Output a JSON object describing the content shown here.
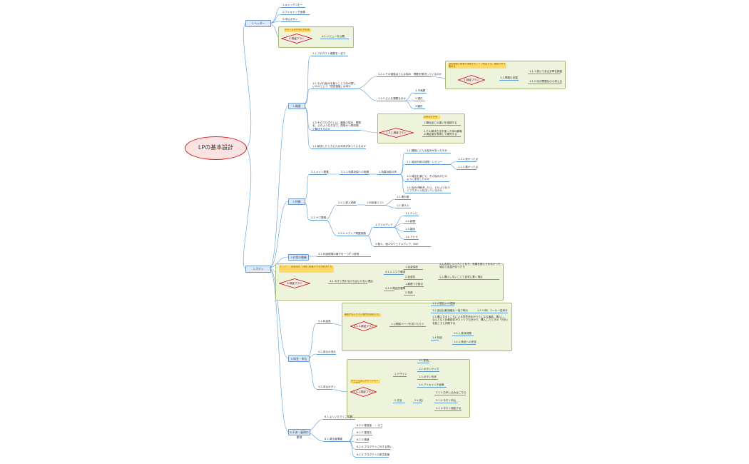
{
  "root": "LPの基本設計",
  "header": {
    "label": "1.ヘッダー",
    "items": [
      "1.キャッチコピー",
      "2.アイキャッチ画像",
      "3.申込ボタン"
    ],
    "group": {
      "note": "ボタン文言の検討が必要",
      "diamond": "4.検証プラン",
      "item": "4.1.レビューを公開"
    }
  },
  "body": {
    "label": "2.ボディ",
    "summary": {
      "label": "1.概要",
      "items": {
        "i11": "1.1.プロダクト概要を一言で",
        "i12": "1.2.その仕組みを使うことで何が嬉しいのかという「提供価値」は何か",
        "i121": "1.2.1.その価値はどんな悩み・問題を解決しているのか",
        "i122": "1.2.2.どんな課題なのか",
        "i122_children": [
          "1.不満層",
          "2.潜在",
          "3.顕在"
        ],
        "i13": "1.3.そのプロダクトは、顧客の悩み・問題を、どのような方法で、簡単かつ短時間で解決するのか",
        "i14": "1.4.解決したときどんな未来が待っているのか"
      },
      "group1": {
        "note": "提供価値と顧客の課題をセットで検証する。顧客の声を集める",
        "diamond": "1.検証プラン",
        "branch": "1.1.問題の深掘",
        "children": [
          "1.1.1.書いてある文章を精査",
          "1.1.2.何が問題なのか考える"
        ]
      },
      "group2": {
        "note": "比較表を作成",
        "diamond": "1.3.1.検証プラン",
        "children": [
          "1.類似品との違いを強調する",
          "2.その解決方法を使った時の顧客の満足度を表現して補完する"
        ]
      }
    },
    "features": {
      "label": "2.特徴",
      "f21": "2.1.メイン要素",
      "f211": "2.1.1.効果効能への実績",
      "f_detail": "1.効果効能の声",
      "f_detail_children": [
        "1.1.顧客にどんな悩みがあったのか",
        "1.2.商品利用の感想・レビュー",
        "1.3.商品を通じて、その悩みがどのように変化したのか",
        "1.4.悩みが解決したら、どのようなライフスタイルを送っているのか"
      ],
      "f12_children": [
        "1.2.1.良かった点",
        "1.2.2.悪かった点"
      ],
      "f22": "2.2.サブ要素",
      "f221": "2.2.1.導入実績",
      "f221_child": "1.利用者リスト",
      "f221_children": [
        "1.1.累計数",
        "1.2.導入人"
      ],
      "f222": "2.2.2.メディア掲載実績",
      "f222_child": "1.マスメディア",
      "f222_children": [
        "1.1.テレビ",
        "1.2.新聞",
        "1.3.雑誌",
        "1.4.ラジオ"
      ],
      "f222_child2": "2.個人、個人のウェブメディア、SNS"
    },
    "reason": {
      "label": "3.利用の動機",
      "item": "3.1.利用現場の様子を一つずつ説明"
    },
    "group3": {
      "note": "オファー・返金保証・特典で顧客の不安を解消する",
      "diamond": "4.検証プラン",
      "branch": "4.1.今すぐ買わなければいけない理由",
      "a": "4.1.1.リスク軽減",
      "a_children": [
        "1.返金保証",
        "2.返金性"
      ],
      "a1": "1.1.お試し入ったことなり、効果を感じられなかった場合で返金があったら",
      "a2": "2.1.購入しないことで自宅に着く場合",
      "b": "4.1.2.限定的要素",
      "b_children": [
        "1.期限つき割引",
        "2.特典"
      ]
    },
    "price": {
      "label": "5.料金・申込",
      "p51": "5.1.料金表",
      "p52": "5.2.申込の流れ",
      "p53": "5.3.申込ボタン",
      "group4": {
        "note": "離脱が生じやすい箇所を検証する",
        "diamond": "5.1.1.検証プラン",
        "branch": "1.公開前ページを見てもらう",
        "children": [
          "1.1.分割払いの提案",
          "1.2.過去比較価格を一括で明示",
          "1.3.購入するところによる意思決定がラクになる機能、購入し、なんとなく比較検討がネットでも分かり、購入したときの「分析」を起こすと判断する",
          "1.4.特記"
        ],
        "c12": "1.2.1.例）コール一括申分",
        "c14_children": [
          "1.4.1.具体例開",
          "1.4.2.商品への安定"
        ]
      },
      "group5": {
        "note": "ボタン文言とボタンデザインの検証",
        "diamond": "5.3.1.検証プラン",
        "d1": "1.デザイン",
        "d1_children": [
          "1.1.配色",
          "1.2.ボタンサイズ",
          "1.3.ボタン形状",
          "1.4.アイキャッチ画像"
        ],
        "d2": "2.文言",
        "d21": "2.1.例）",
        "d21_children": [
          "2.1.1.お申し込みはこちら",
          "2.1.2.今すぐ申込",
          "2.1.3.今すぐ相談する"
        ]
      }
    },
    "faq": {
      "label": "6.不安・疑問の解消",
      "q1": "6.1.よくいただくご質問",
      "q2": "6.2.導出者情報",
      "q2_children": [
        "6.2.1.運営者　・ ロゴ",
        "6.2.2.運営元",
        "6.2.3.連絡",
        "6.2.4.プロダクトに対する想い",
        "6.2.5.プロダクトの新生制度"
      ]
    }
  },
  "colors": {
    "root_border": "#e31b1b",
    "root_fill": "#fbe3e3",
    "line": "#5b9bd5",
    "group_fill": "#eef3dc",
    "note_fill": "#ffd966",
    "diamond_stroke": "#c00000"
  }
}
